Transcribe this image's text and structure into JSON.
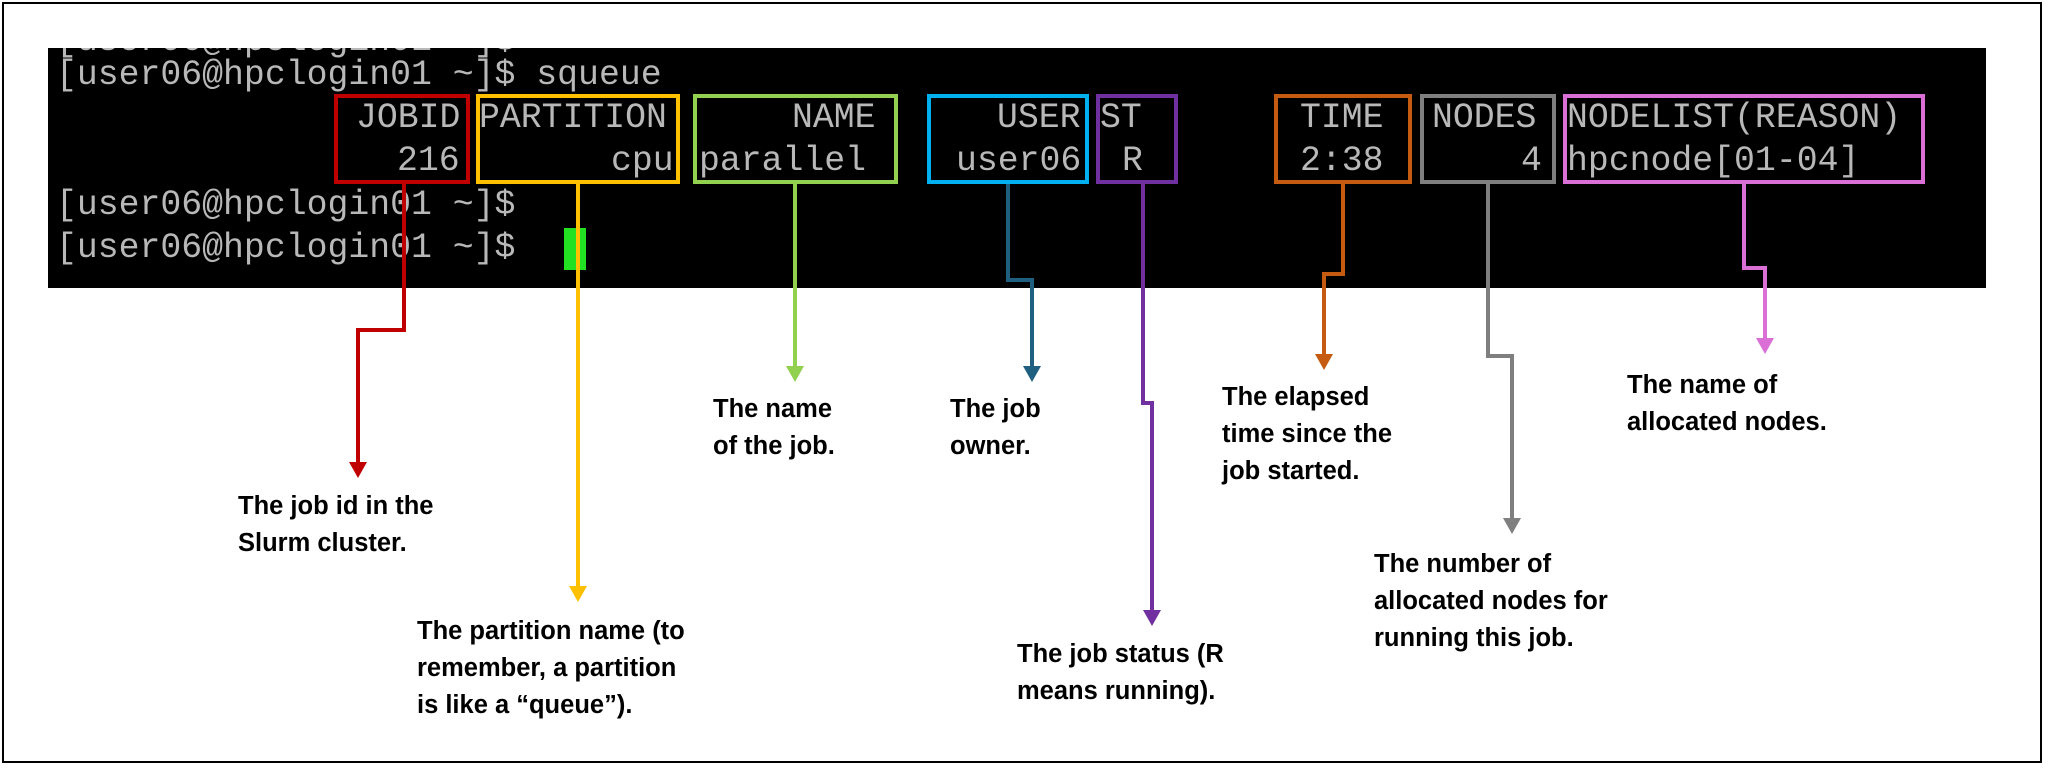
{
  "terminal": {
    "prompt": "[user06@hpclogin01 ~]$",
    "command": "squeue",
    "headers": {
      "jobid": "JOBID",
      "partition": "PARTITION",
      "name": "NAME",
      "user": "USER",
      "st": "ST",
      "time": "TIME",
      "nodes": "NODES",
      "nodelist": "NODELIST(REASON)"
    },
    "row": {
      "jobid": "216",
      "partition": "cpu",
      "name": "parallel",
      "user": "user06",
      "st": "R",
      "time": "2:38",
      "nodes": "4",
      "nodelist": "hpcnode[01-04]"
    }
  },
  "descriptions": {
    "jobid": "The job id in the\nSlurm cluster.",
    "partition": "The partition name (to\nremember, a partition\nis like a “queue”).",
    "name": "The name\nof the job.",
    "user": "The job\nowner.",
    "st": "The job status (R\nmeans running).",
    "time": "The elapsed\ntime since the\njob started.",
    "nodes": "The number of\nallocated nodes for\nrunning this job.",
    "nodelist": "The name of\nallocated nodes."
  },
  "colors": {
    "jobid": "#c00000",
    "partition": "#ffc000",
    "name": "#92d050",
    "user": "#00b0f0",
    "user_arrow": "#1f5f80",
    "st": "#7030a0",
    "time": "#c55a11",
    "nodes": "#7f7f7f",
    "nodelist": "#da70d6",
    "cursor": "#22e022"
  }
}
